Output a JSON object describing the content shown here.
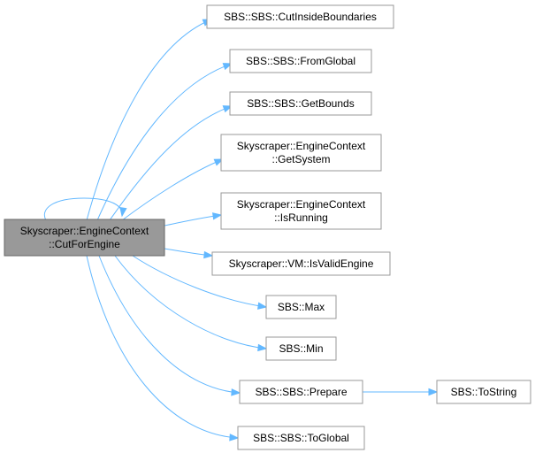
{
  "graph": {
    "root": {
      "id": "root",
      "label_lines": [
        "Skyscraper::EngineContext",
        "::CutForEngine"
      ],
      "fill": "#999999"
    },
    "nodes": [
      {
        "id": "cutinside",
        "label_lines": [
          "SBS::SBS::CutInsideBoundaries"
        ]
      },
      {
        "id": "fromglobal",
        "label_lines": [
          "SBS::SBS::FromGlobal"
        ]
      },
      {
        "id": "getbounds",
        "label_lines": [
          "SBS::SBS::GetBounds"
        ]
      },
      {
        "id": "getsystem",
        "label_lines": [
          "Skyscraper::EngineContext",
          "::GetSystem"
        ]
      },
      {
        "id": "isrunning",
        "label_lines": [
          "Skyscraper::EngineContext",
          "::IsRunning"
        ]
      },
      {
        "id": "isvalidengine",
        "label_lines": [
          "Skyscraper::VM::IsValidEngine"
        ]
      },
      {
        "id": "max",
        "label_lines": [
          "SBS::Max"
        ]
      },
      {
        "id": "min",
        "label_lines": [
          "SBS::Min"
        ]
      },
      {
        "id": "prepare",
        "label_lines": [
          "SBS::SBS::Prepare"
        ]
      },
      {
        "id": "tostring",
        "label_lines": [
          "SBS::ToString"
        ]
      },
      {
        "id": "toglobal",
        "label_lines": [
          "SBS::SBS::ToGlobal"
        ]
      }
    ],
    "edges": [
      {
        "from": "root",
        "to": "root"
      },
      {
        "from": "root",
        "to": "cutinside"
      },
      {
        "from": "root",
        "to": "fromglobal"
      },
      {
        "from": "root",
        "to": "getbounds"
      },
      {
        "from": "root",
        "to": "getsystem"
      },
      {
        "from": "root",
        "to": "isrunning"
      },
      {
        "from": "root",
        "to": "isvalidengine"
      },
      {
        "from": "root",
        "to": "max"
      },
      {
        "from": "root",
        "to": "min"
      },
      {
        "from": "root",
        "to": "prepare"
      },
      {
        "from": "root",
        "to": "toglobal"
      },
      {
        "from": "prepare",
        "to": "tostring"
      }
    ],
    "colors": {
      "edge": "#63b8ff",
      "node_border": "#999999",
      "root_fill": "#999999"
    }
  }
}
